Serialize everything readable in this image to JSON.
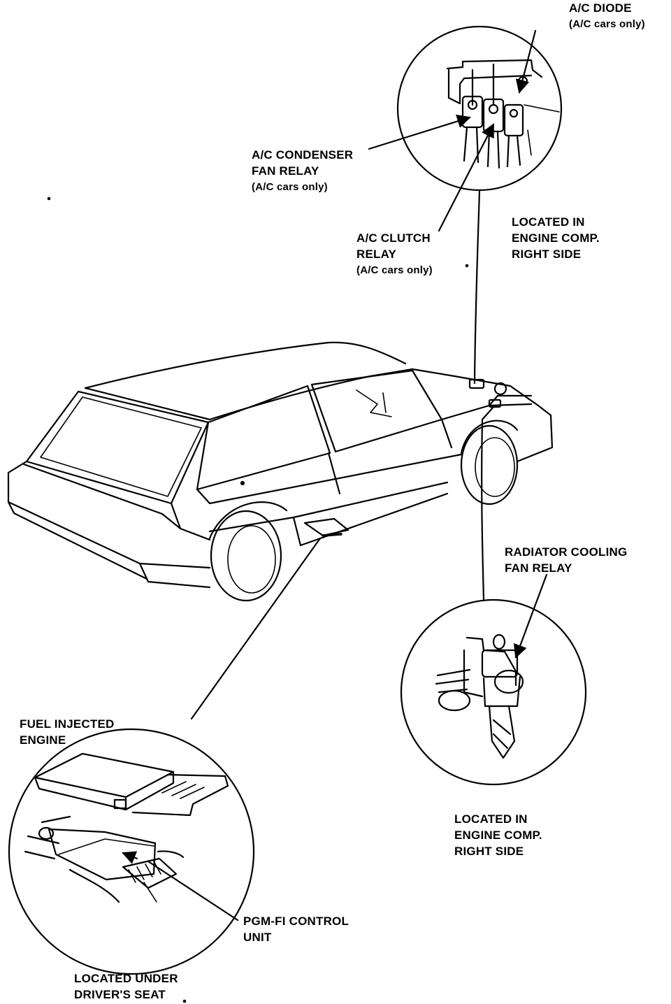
{
  "labels": {
    "ac_diode": {
      "line1": "A/C DIODE",
      "line2": "(A/C cars only)"
    },
    "ac_condenser_fan_relay": {
      "line1": "A/C CONDENSER",
      "line2": "FAN RELAY",
      "line3": "(A/C cars only)"
    },
    "ac_clutch_relay": {
      "line1": "A/C CLUTCH",
      "line2": "RELAY",
      "line3": "(A/C cars only)"
    },
    "location_top": {
      "line1": "LOCATED IN",
      "line2": "ENGINE COMP.",
      "line3": "RIGHT SIDE"
    },
    "radiator_fan_relay": {
      "line1": "RADIATOR COOLING",
      "line2": "FAN RELAY"
    },
    "location_right": {
      "line1": "LOCATED IN",
      "line2": "ENGINE COMP.",
      "line3": "RIGHT SIDE"
    },
    "fuel_injected": {
      "line1": "FUEL INJECTED",
      "line2": "ENGINE"
    },
    "pgmfi_unit": {
      "line1": "PGM-FI CONTROL",
      "line2": "UNIT"
    },
    "location_bottom": {
      "line1": "LOCATED UNDER",
      "line2": "DRIVER'S SEAT"
    }
  },
  "colors": {
    "ink": "#000000",
    "paper": "#ffffff"
  }
}
